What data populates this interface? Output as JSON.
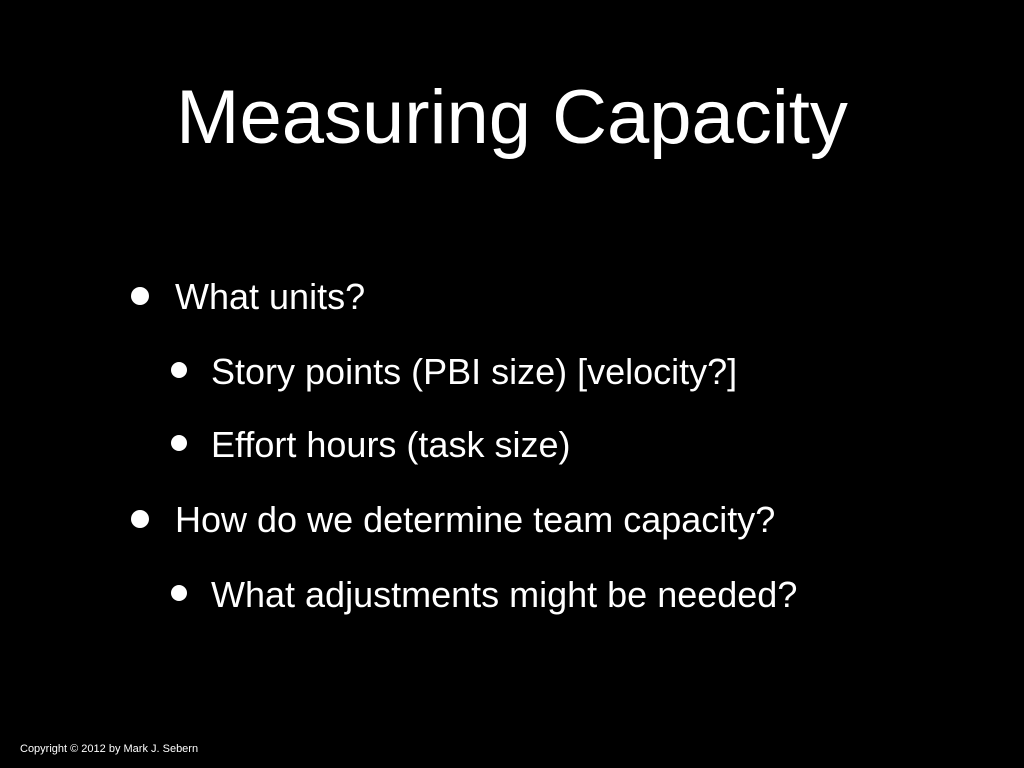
{
  "slide": {
    "title": "Measuring Capacity",
    "bullets": [
      {
        "level": 1,
        "text": "What units?"
      },
      {
        "level": 2,
        "text": "Story points (PBI size) [velocity?]"
      },
      {
        "level": 2,
        "text": "Effort hours (task size)"
      },
      {
        "level": 1,
        "text": "How do we determine team capacity?"
      },
      {
        "level": 2,
        "text": "What adjustments might be needed?"
      }
    ],
    "footer": "Copyright © 2012 by Mark J. Sebern"
  },
  "colors": {
    "background": "#000000",
    "text": "#ffffff"
  }
}
